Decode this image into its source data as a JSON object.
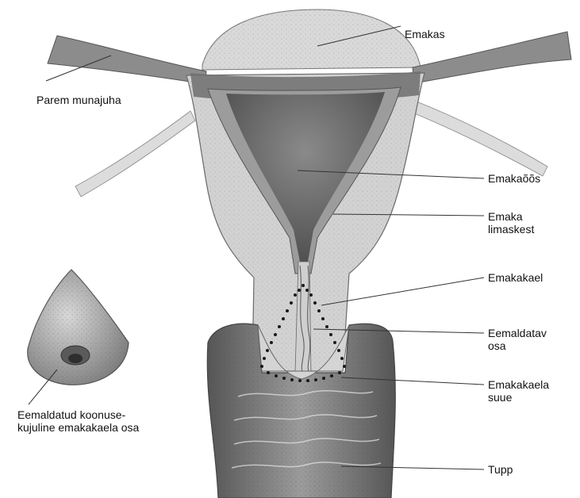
{
  "labels": {
    "emakas": "Emakas",
    "parem_munajuha": "Parem munajuha",
    "emakaoos": "Emakaõõs",
    "emaka_limaskest": [
      "Emaka",
      "limaskest"
    ],
    "emakakael": "Emakakael",
    "eemaldatav_osa": [
      "Eemaldatav",
      "osa"
    ],
    "emakakaela_suue": [
      "Emakakaela",
      "suue"
    ],
    "tupp": "Tupp",
    "eemaldatud": [
      "Eemaldatud koonuse-",
      "kujuline emakakaela osa"
    ]
  },
  "colors": {
    "tissue_light": "#d4d4d4",
    "tissue_mid": "#9a9a9a",
    "tissue_dark": "#5a5a5a",
    "leader_line": "#333333",
    "cut_dots": "#1a1a1a"
  }
}
